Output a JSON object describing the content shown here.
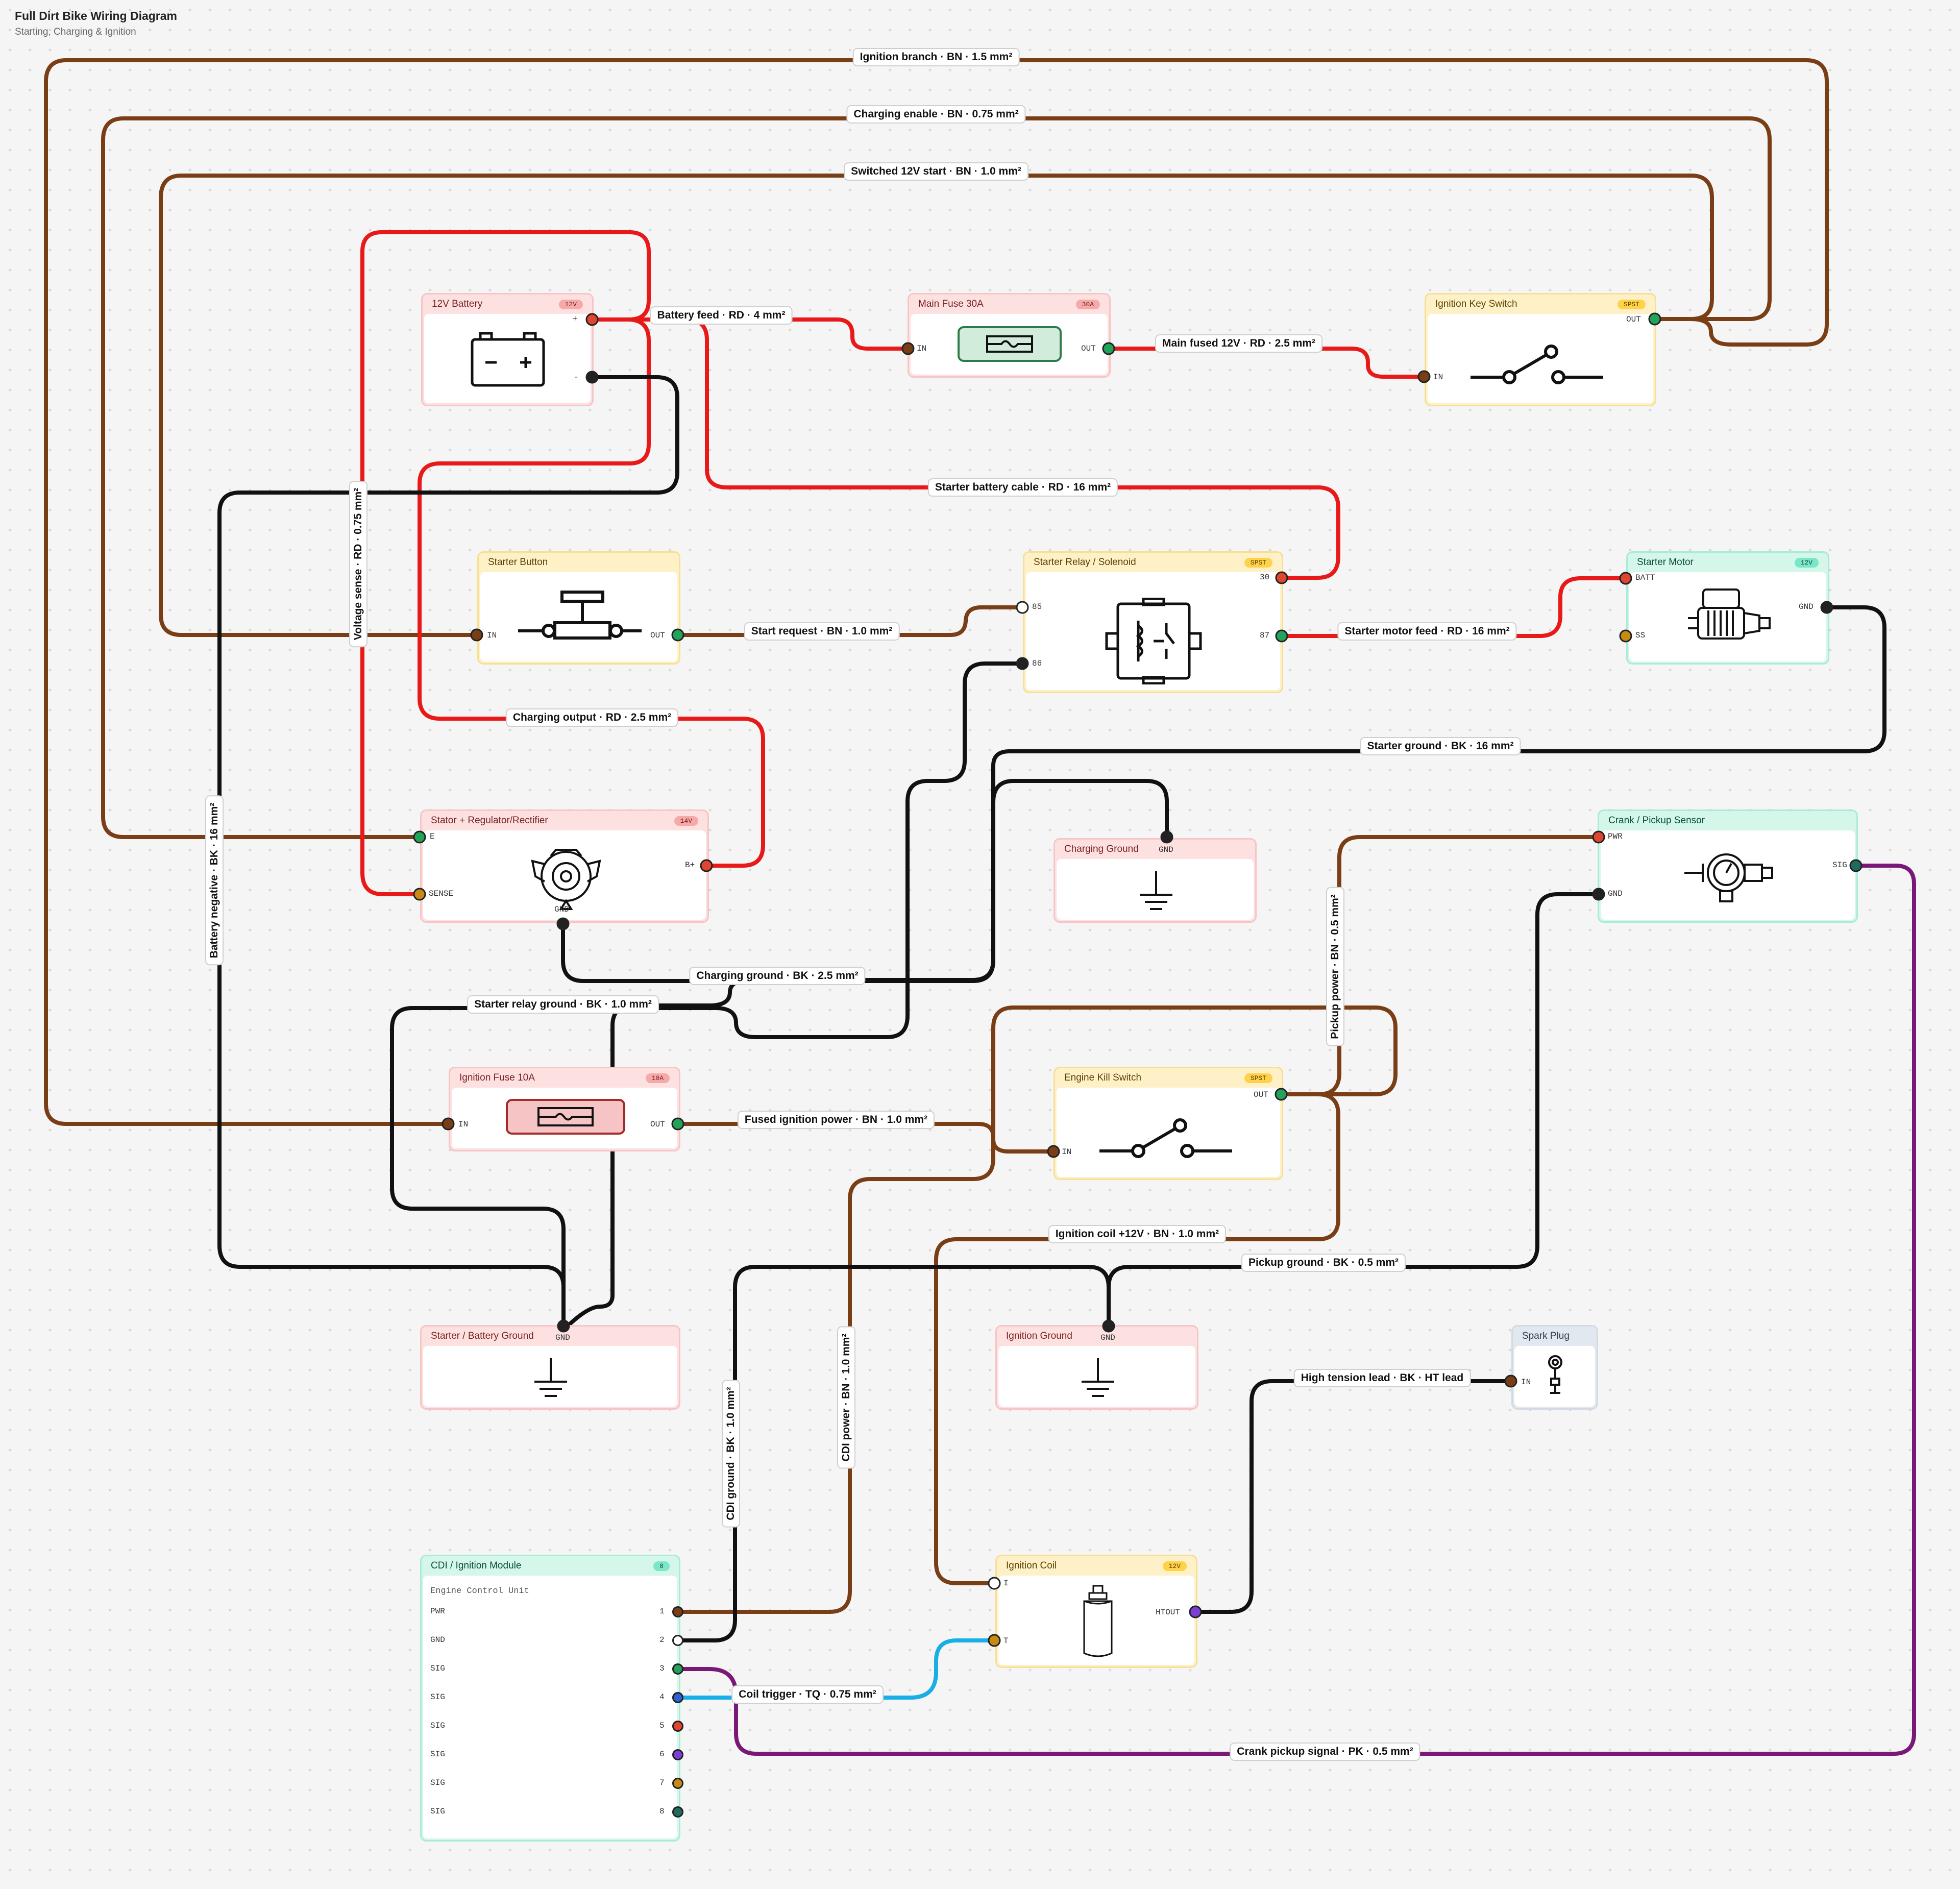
{
  "title": "Full Dirt Bike Wiring Diagram",
  "subtitle": "Starting, Charging & Ignition",
  "colors": {
    "RD": "#e81919",
    "BN": "#7a3e16",
    "BK": "#111111",
    "TQ": "#1aaee6",
    "PK": "#7a1878"
  },
  "nodes": {
    "battery": {
      "title": "12V Battery",
      "badge": "12V",
      "plus": "+",
      "minus": "-",
      "icon": "battery-icon"
    },
    "main_fuse": {
      "title": "Main Fuse 30A",
      "badge": "30A",
      "in": "IN",
      "out": "OUT",
      "icon": "fuse-icon"
    },
    "key_switch": {
      "title": "Ignition Key Switch",
      "badge": "SPST",
      "in": "IN",
      "out": "OUT",
      "icon": "switch-icon"
    },
    "starter_button": {
      "title": "Starter Button",
      "in": "IN",
      "out": "OUT",
      "icon": "push-button-icon"
    },
    "relay": {
      "title": "Starter Relay / Solenoid",
      "badge": "SPST",
      "p30": "30",
      "p85": "85",
      "p87": "87",
      "p86": "86",
      "icon": "relay-icon"
    },
    "starter_motor": {
      "title": "Starter Motor",
      "badge": "12V",
      "batt": "BATT",
      "ss": "SS",
      "gnd": "GND",
      "icon": "starter-motor-icon"
    },
    "stator": {
      "title": "Stator + Regulator/Rectifier",
      "badge": "14V",
      "e": "E",
      "sense": "SENSE",
      "bplus": "B+",
      "gnd": "GND",
      "icon": "alternator-icon"
    },
    "charging_ground": {
      "title": "Charging Ground",
      "gnd": "GND",
      "icon": "ground-icon"
    },
    "crank": {
      "title": "Crank / Pickup Sensor",
      "pwr": "PWR",
      "gnd": "GND",
      "sig": "SIG",
      "icon": "sensor-icon"
    },
    "ign_fuse": {
      "title": "Ignition Fuse 10A",
      "badge": "10A",
      "in": "IN",
      "out": "OUT",
      "icon": "fuse-icon"
    },
    "kill": {
      "title": "Engine Kill Switch",
      "badge": "SPST",
      "in": "IN",
      "out": "OUT",
      "icon": "switch-icon"
    },
    "batt_ground": {
      "title": "Starter / Battery Ground",
      "gnd": "GND",
      "icon": "ground-icon"
    },
    "ign_ground": {
      "title": "Ignition Ground",
      "gnd": "GND",
      "icon": "ground-icon"
    },
    "spark": {
      "title": "Spark Plug",
      "in": "IN",
      "icon": "spark-plug-icon"
    },
    "coil": {
      "title": "Ignition Coil",
      "badge": "12V",
      "i": "I",
      "t": "T",
      "htout": "HTOUT",
      "icon": "coil-icon"
    },
    "cdi": {
      "title": "CDI / Ignition Module",
      "badge": "8",
      "subtitle": "Engine Control Unit",
      "pins": [
        {
          "label": "PWR",
          "num": "1",
          "color": "#7a3e16"
        },
        {
          "label": "GND",
          "num": "2",
          "color": "#ffffff"
        },
        {
          "label": "SIG",
          "num": "3",
          "color": "#22a35a"
        },
        {
          "label": "SIG",
          "num": "4",
          "color": "#2f5fd6"
        },
        {
          "label": "SIG",
          "num": "5",
          "color": "#e0452f"
        },
        {
          "label": "SIG",
          "num": "6",
          "color": "#7c3fd6"
        },
        {
          "label": "SIG",
          "num": "7",
          "color": "#c98a14"
        },
        {
          "label": "SIG",
          "num": "8",
          "color": "#1f6b5e"
        }
      ]
    }
  },
  "wires": [
    {
      "id": "ign_branch",
      "label": "Ignition branch · BN · 1.5 mm²",
      "color": "BN"
    },
    {
      "id": "charging_enable",
      "label": "Charging enable · BN · 0.75 mm²",
      "color": "BN"
    },
    {
      "id": "switched_start",
      "label": "Switched 12V start · BN · 1.0 mm²",
      "color": "BN"
    },
    {
      "id": "battery_feed",
      "label": "Battery feed · RD · 4 mm²",
      "color": "RD"
    },
    {
      "id": "main_fused",
      "label": "Main fused 12V · RD · 2.5 mm²",
      "color": "RD"
    },
    {
      "id": "starter_cable",
      "label": "Starter battery cable · RD · 16 mm²",
      "color": "RD"
    },
    {
      "id": "voltage_sense",
      "label": "Voltage sense · RD · 0.75 mm²",
      "color": "RD"
    },
    {
      "id": "start_request",
      "label": "Start request · BN · 1.0 mm²",
      "color": "BN"
    },
    {
      "id": "motor_feed",
      "label": "Starter motor feed · RD · 16 mm²",
      "color": "RD"
    },
    {
      "id": "charging_output",
      "label": "Charging output · RD · 2.5 mm²",
      "color": "RD"
    },
    {
      "id": "starter_ground",
      "label": "Starter ground · BK · 16 mm²",
      "color": "BK"
    },
    {
      "id": "battery_negative",
      "label": "Battery negative · BK · 16 mm²",
      "color": "BK"
    },
    {
      "id": "pickup_power",
      "label": "Pickup power · BN · 0.5 mm²",
      "color": "BN"
    },
    {
      "id": "charging_ground",
      "label": "Charging ground · BK · 2.5 mm²",
      "color": "BK"
    },
    {
      "id": "relay_ground",
      "label": "Starter relay ground · BK · 1.0 mm²",
      "color": "BK"
    },
    {
      "id": "fused_ign",
      "label": "Fused ignition power · BN · 1.0 mm²",
      "color": "BN"
    },
    {
      "id": "coil_plus",
      "label": "Ignition coil +12V · BN · 1.0 mm²",
      "color": "BN"
    },
    {
      "id": "pickup_ground",
      "label": "Pickup ground · BK · 0.5 mm²",
      "color": "BK"
    },
    {
      "id": "ht_lead",
      "label": "High tension lead · BK · HT lead",
      "color": "BK"
    },
    {
      "id": "cdi_ground",
      "label": "CDI ground · BK · 1.0 mm²",
      "color": "BK"
    },
    {
      "id": "cdi_power",
      "label": "CDI power · BN · 1.0 mm²",
      "color": "BN"
    },
    {
      "id": "coil_trigger",
      "label": "Coil trigger · TQ · 0.75 mm²",
      "color": "TQ"
    },
    {
      "id": "crank_signal",
      "label": "Crank pickup signal · PK · 0.5 mm²",
      "color": "PK"
    }
  ]
}
